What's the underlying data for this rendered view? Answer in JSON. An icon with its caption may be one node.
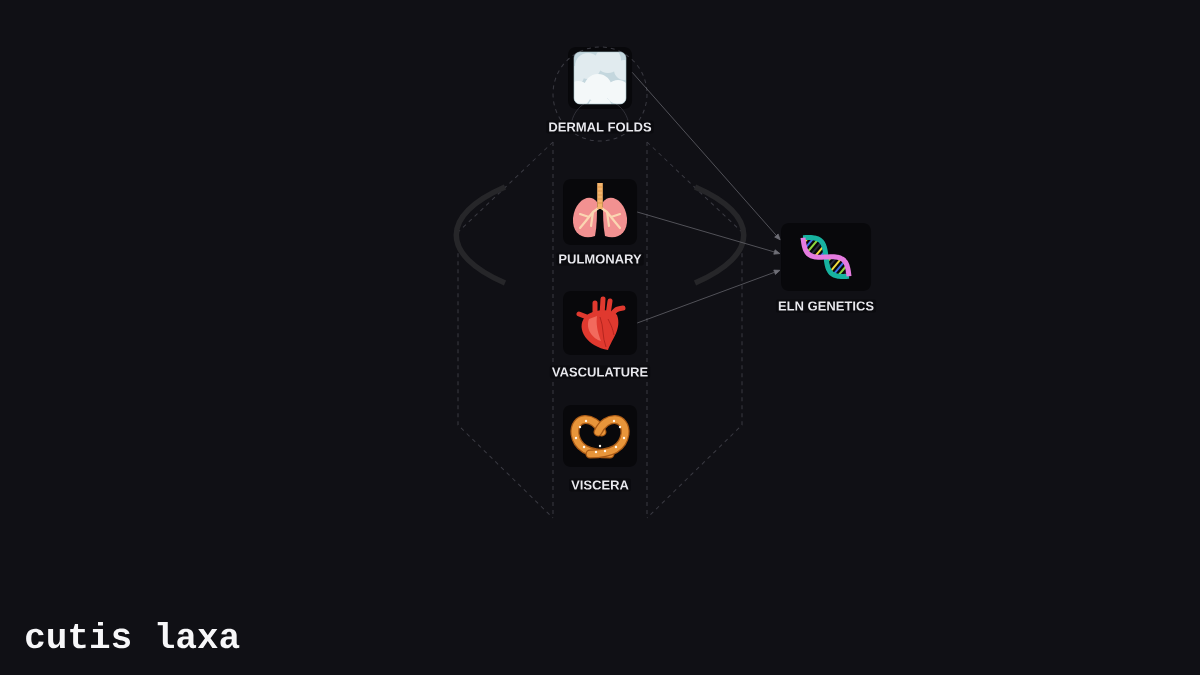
{
  "diagram": {
    "title": "cutis laxa",
    "nodes": [
      {
        "text": [
          "DERMAL FOLDS"
        ]
      },
      {
        "text": [
          "PULMONARY"
        ]
      },
      {
        "text": [
          "VASCULATURE"
        ]
      },
      {
        "text": [
          "VISCERA"
        ]
      },
      {
        "text": [
          "ELN GENETICS"
        ]
      }
    ],
    "edges": [
      {
        "from": 0,
        "to": 4,
        "arrow": "to"
      },
      {
        "from": 1,
        "to": 4,
        "arrow": "to"
      },
      {
        "from": 2,
        "to": 4,
        "arrow": "to"
      }
    ]
  }
}
